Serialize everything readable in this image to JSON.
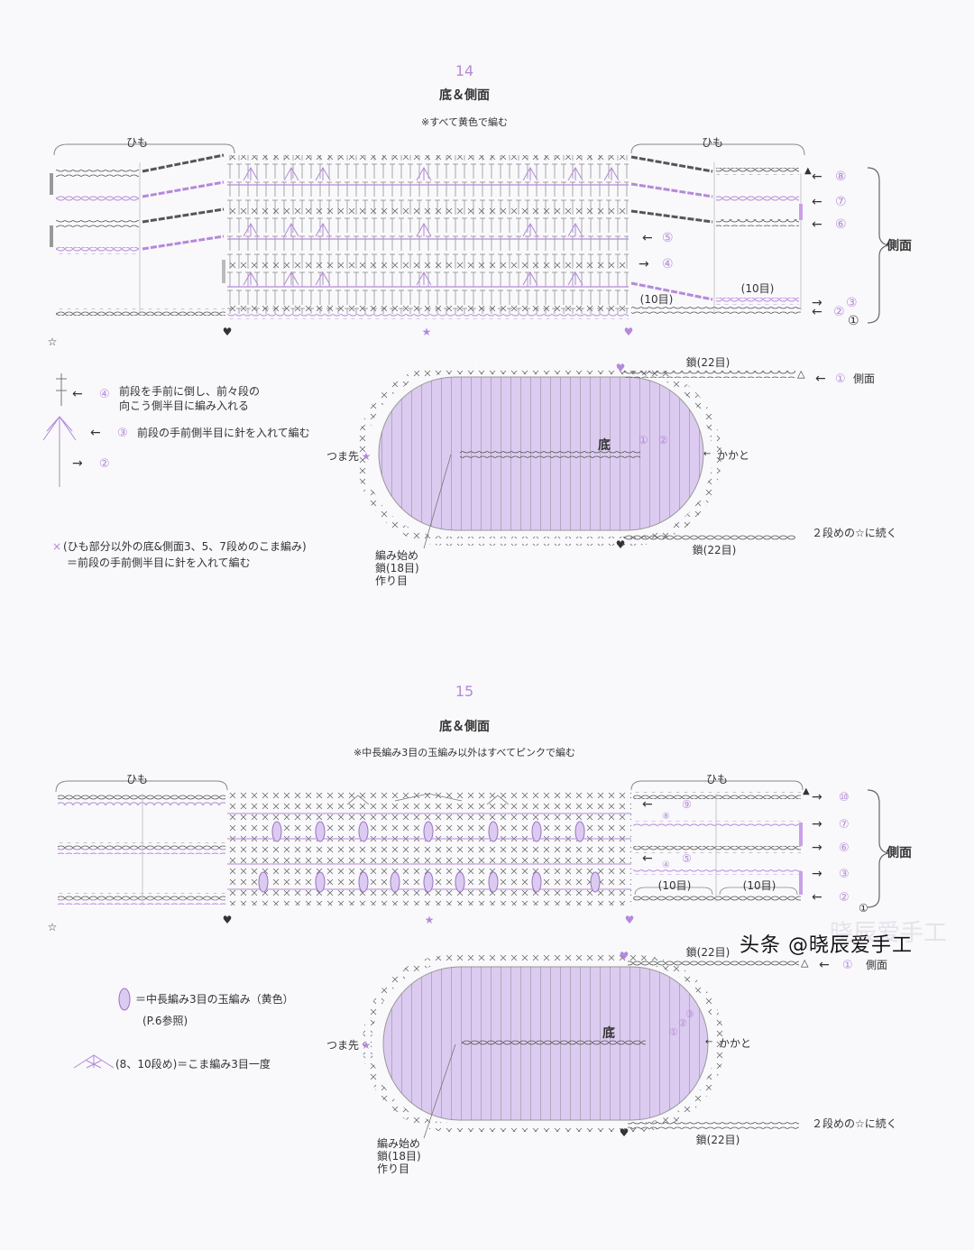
{
  "colors": {
    "purple": "#b48ad8",
    "fill": "#dccbf0",
    "ink": "#555555",
    "mauve": "#c9a0e8"
  },
  "pattern14": {
    "number": "14",
    "title": "底＆側面",
    "note": "※すべて黄色で編む",
    "himo": "ひも",
    "side_label": "側面",
    "rounds_right": [
      "⑧",
      "⑦",
      "⑥"
    ],
    "rounds_mid": [
      "⑤",
      "④"
    ],
    "rounds_bottom": [
      "③",
      "②",
      "①"
    ],
    "ten": "(10目)",
    "legend": {
      "four": "④",
      "four_text1": "前段を手前に倒し、前々段の",
      "four_text2": "向こう側半目に編み入れる",
      "three": "③",
      "three_text": "前段の手前側半目に針を入れて編む",
      "two": "②",
      "x_note1": "(ひも部分以外の底&側面3、5、7段めのこま編み)",
      "x_note2": "＝前段の手前側半目に針を入れて編む"
    },
    "sole": {
      "label_center": "底",
      "toe": "つま先",
      "heel": "かかと",
      "chain_top": "鎖(22目)",
      "chain_bottom": "鎖(22目)",
      "side_arrow": "①",
      "side_text": "側面",
      "continue_text": "２段めの☆に続く",
      "start1": "編み始め",
      "start2": "鎖(18目)",
      "start3": "作り目",
      "inner_rounds": [
        "①",
        "②"
      ]
    }
  },
  "pattern15": {
    "number": "15",
    "title": "底＆側面",
    "note": "※中長編み3目の玉編み以外はすべてピンクで編む",
    "himo": "ひも",
    "side_label": "側面",
    "rounds_right": [
      "⑩",
      "⑦",
      "⑥",
      "③",
      "②"
    ],
    "rounds_left": [
      "⑨",
      "⑧",
      "⑤",
      "④"
    ],
    "round_one": "①",
    "ten": "(10目)",
    "legend": {
      "bobble_text": "＝中長編み3目の玉編み（黄色）",
      "bobble_ref": "(P.6参照)",
      "dec_text": "(8、10段め)＝こま編み3目一度"
    },
    "sole": {
      "label_center": "底",
      "toe": "つま先",
      "heel": "かかと",
      "chain_top": "鎖(22目)",
      "chain_bottom": "鎖(22目)",
      "side_arrow": "①",
      "side_text": "側面",
      "continue_text": "２段めの☆に続く",
      "start1": "編み始め",
      "start2": "鎖(18目)",
      "start3": "作り目",
      "inner_rounds": [
        "①",
        "②",
        "③"
      ]
    }
  },
  "watermark": "头条 @晓辰爱手工",
  "watermark_ghost": "晓辰爱手工"
}
